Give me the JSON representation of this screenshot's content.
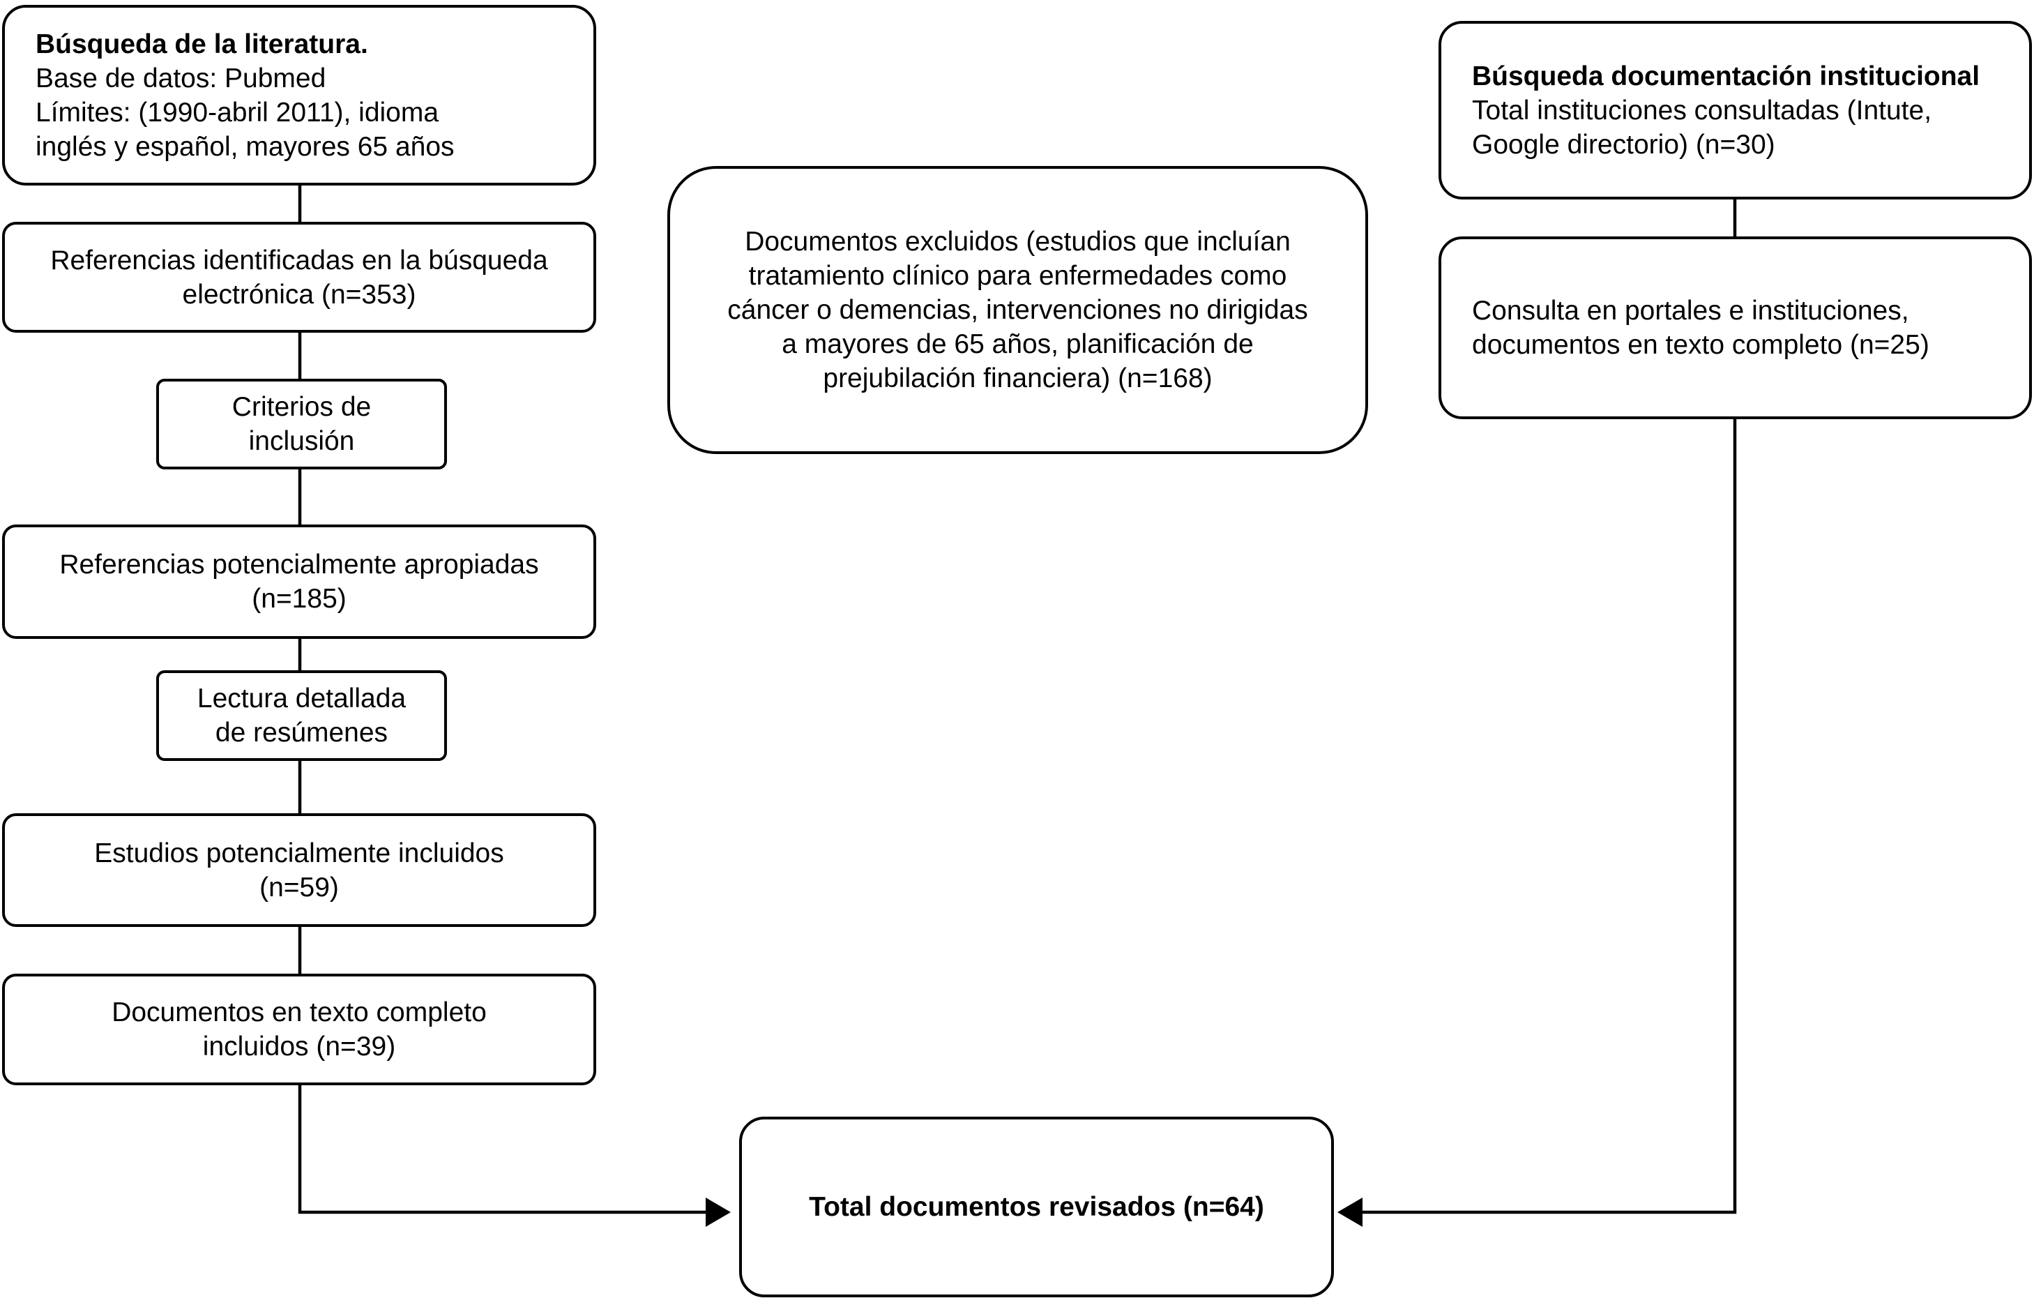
{
  "literature": {
    "search": {
      "title": "Búsqueda de la literatura.",
      "lines": [
        "Base de datos: Pubmed",
        "Límites: (1990-abril 2011), idioma",
        "inglés y español, mayores 65 años"
      ]
    },
    "identified": {
      "lines": [
        "Referencias identificadas en la búsqueda",
        "electrónica (n=353)"
      ]
    },
    "inclusion_criteria": {
      "lines": [
        "Criterios de",
        "inclusión"
      ]
    },
    "potentially_appropriate": {
      "lines": [
        "Referencias potencialmente apropiadas",
        "(n=185)"
      ]
    },
    "abstract_reading": {
      "lines": [
        "Lectura detallada",
        "de resúmenes"
      ]
    },
    "potentially_included": {
      "lines": [
        "Estudios potencialmente incluidos",
        "(n=59)"
      ]
    },
    "full_text_included": {
      "lines": [
        "Documentos en texto completo",
        "incluidos (n=39)"
      ]
    }
  },
  "excluded": {
    "lines": [
      "Documentos excluidos (estudios que incluían",
      "tratamiento clínico para enfermedades como",
      "cáncer o demencias, intervenciones no dirigidas",
      "a mayores de 65 años, planificación de",
      "prejubilación financiera) (n=168)"
    ]
  },
  "institutional": {
    "search": {
      "title": "Búsqueda documentación institucional",
      "lines": [
        "Total instituciones consultadas (Intute,",
        "Google directorio) (n=30)"
      ]
    },
    "portals": {
      "lines": [
        "Consulta en portales e instituciones,",
        "documentos en texto completo (n=25)"
      ]
    }
  },
  "total": {
    "label": "Total documentos revisados (n=64)"
  }
}
